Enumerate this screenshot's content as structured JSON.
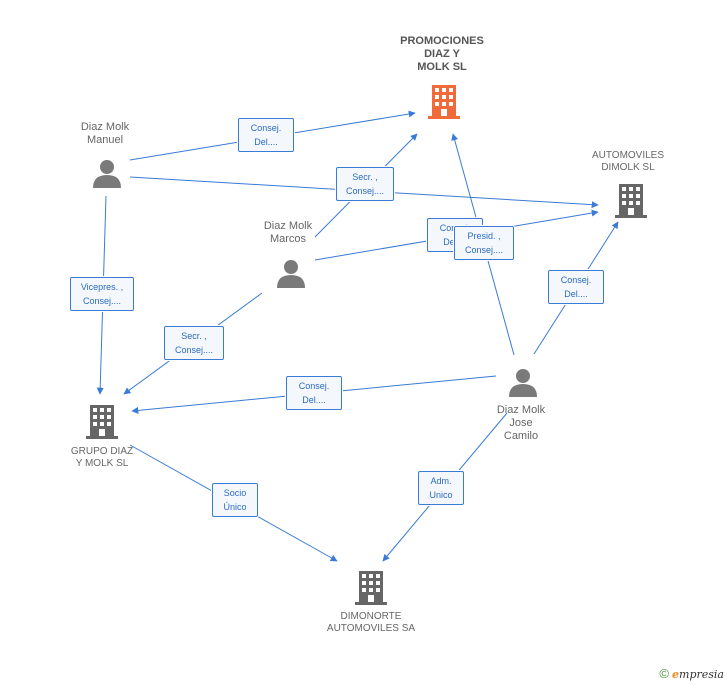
{
  "nodes": {
    "promociones": {
      "lines": [
        "PROMOCIONES",
        "DIAZ Y",
        "MOLK SL"
      ],
      "color": "#f06a3a"
    },
    "automoviles_dimolk": {
      "lines": [
        "AUTOMOVILES",
        "DIMOLK SL"
      ],
      "color": "#666666"
    },
    "grupo_diaz": {
      "lines": [
        "GRUPO DIAZ",
        "Y MOLK SL"
      ],
      "color": "#666666"
    },
    "dimonorte": {
      "lines": [
        "DIMONORTE",
        "AUTOMOVILES SA"
      ],
      "color": "#666666"
    },
    "manuel": {
      "lines": [
        "Diaz Molk",
        "Manuel"
      ]
    },
    "marcos": {
      "lines": [
        "Diaz Molk",
        "Marcos"
      ]
    },
    "jose_camilo": {
      "lines": [
        "Diaz Molk",
        "Jose",
        "Camilo"
      ]
    }
  },
  "edges": [
    {
      "id": "manuel-promociones",
      "lines": [
        "Consej.",
        "Del...."
      ]
    },
    {
      "id": "marcos-promociones",
      "lines": [
        "Secr. ,",
        "Consej...."
      ]
    },
    {
      "id": "marcos-automoviles",
      "lines": [
        "Consej.",
        "Del...."
      ]
    },
    {
      "id": "jose-promociones",
      "lines": [
        "Presid. ,",
        "Consej...."
      ]
    },
    {
      "id": "manuel-grupo",
      "lines": [
        "Vicepres. ,",
        "Consej...."
      ]
    },
    {
      "id": "marcos-grupo",
      "lines": [
        "Secr. ,",
        "Consej...."
      ]
    },
    {
      "id": "jose-automoviles",
      "lines": [
        "Consej.",
        "Del...."
      ]
    },
    {
      "id": "jose-grupo",
      "lines": [
        "Consej.",
        "Del...."
      ]
    },
    {
      "id": "grupo-dimonorte",
      "lines": [
        "Socio",
        "Único"
      ]
    },
    {
      "id": "jose-dimonorte",
      "lines": [
        "Adm.",
        "Unico"
      ]
    }
  ],
  "footer": {
    "copyright": "©",
    "brand_e": "e",
    "brand_rest": "mpresia"
  },
  "colors": {
    "edge": "#3a7bd5",
    "person": "#7a7a7a",
    "company": "#666666",
    "highlight": "#f06a3a"
  }
}
